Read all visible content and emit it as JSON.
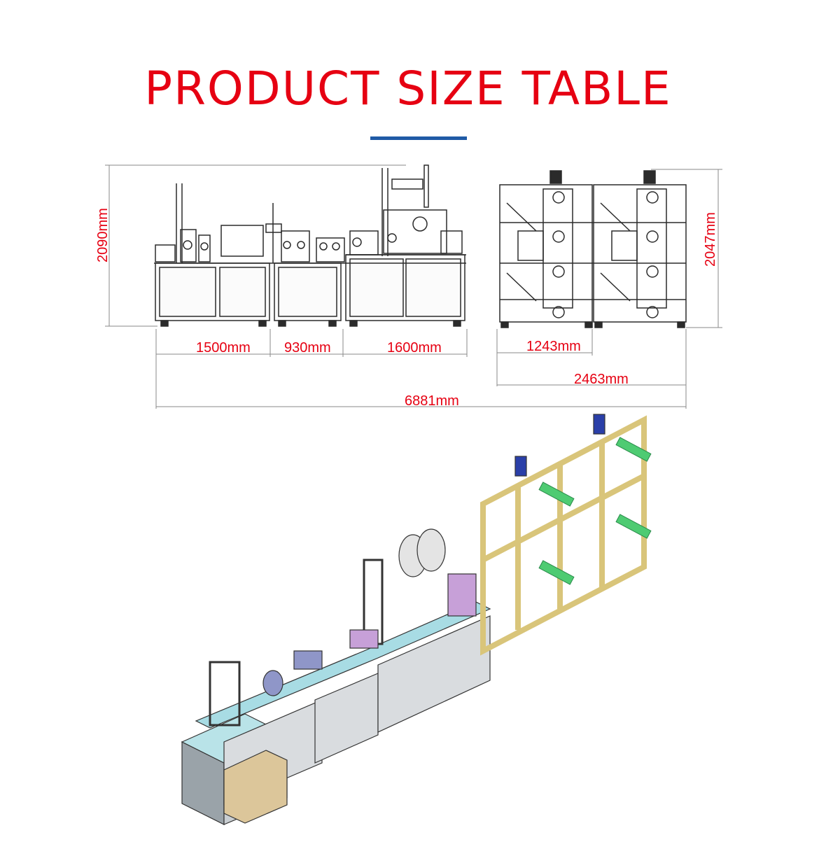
{
  "page": {
    "title": "PRODUCT SIZE TABLE",
    "accent_color": "#e60012",
    "rule_color": "#1f5aa6"
  },
  "dimensions": {
    "front_height": "2090mm",
    "side_height": "2047mm",
    "segment_1": "1500mm",
    "segment_2": "930mm",
    "segment_3": "1600mm",
    "side_width": "1243mm",
    "side_total": "2463mm",
    "overall_length": "6881mm"
  },
  "illustrations": {
    "front_view": "machine-front-elevation",
    "side_view": "machine-side-elevation",
    "isometric_view": "machine-isometric-render"
  }
}
